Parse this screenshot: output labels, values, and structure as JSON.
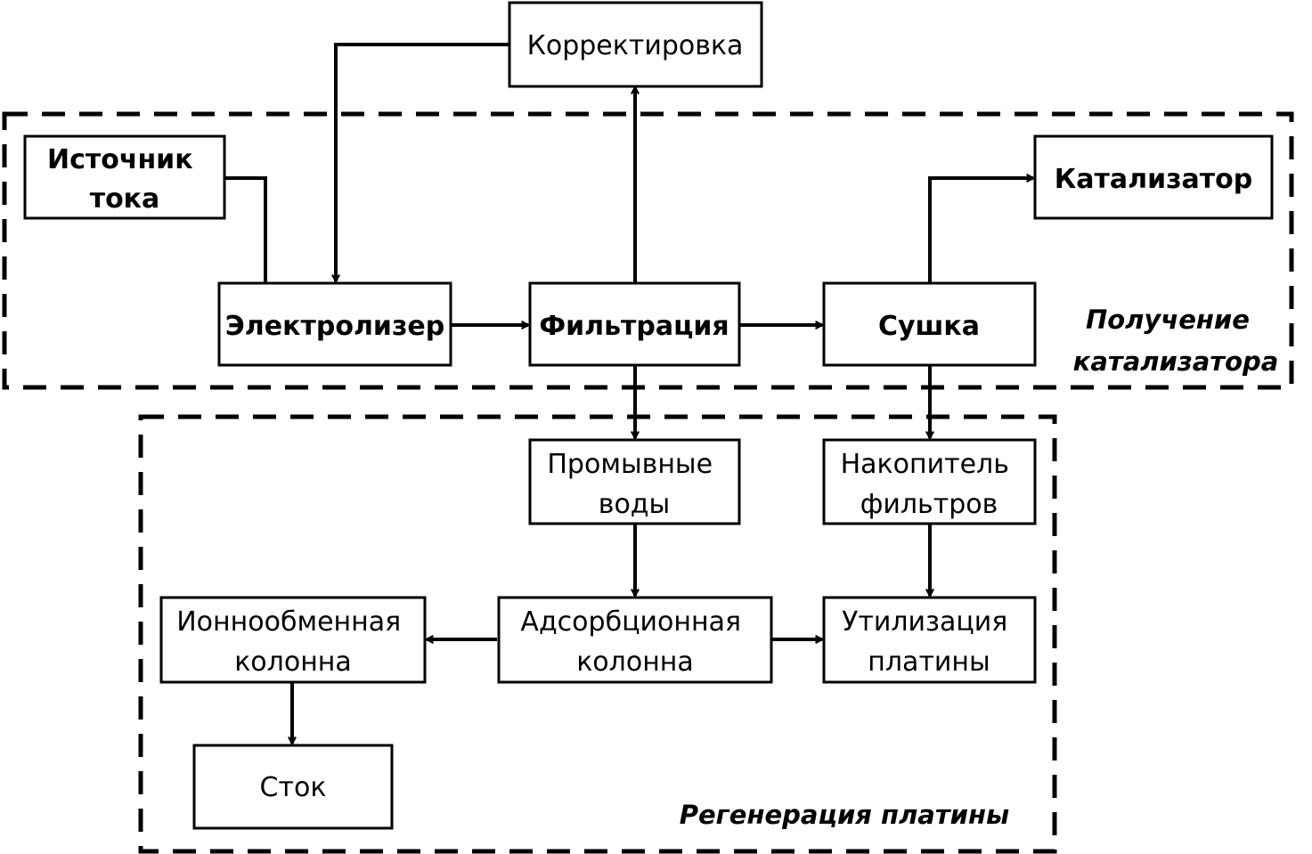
{
  "diagram": {
    "regions": {
      "production": {
        "label": [
          "Получение",
          "катализатора"
        ]
      },
      "regeneration": {
        "label": [
          "Регенерация платины"
        ]
      }
    },
    "nodes": {
      "correction": {
        "label": [
          "Корректировка"
        ]
      },
      "current_source": {
        "label": [
          "Источник",
          "тока"
        ]
      },
      "catalyst": {
        "label": [
          "Катализатор"
        ]
      },
      "electrolyzer": {
        "label": [
          "Электролизер"
        ]
      },
      "filtration": {
        "label": [
          "Фильтрация"
        ]
      },
      "drying": {
        "label": [
          "Сушка"
        ]
      },
      "wash_waters": {
        "label": [
          "Промывные",
          "воды"
        ]
      },
      "filter_storage": {
        "label": [
          "Накопитель",
          "фильтров"
        ]
      },
      "ion_exchange_column": {
        "label": [
          "Ионнообменная",
          "колонна"
        ]
      },
      "adsorption_column": {
        "label": [
          "Адсорбционная",
          "колонна"
        ]
      },
      "platinum_utilization": {
        "label": [
          "Утилизация",
          "платины"
        ]
      },
      "drain": {
        "label": [
          "Сток"
        ]
      }
    },
    "edges": [
      {
        "from": "current_source",
        "to": "electrolyzer",
        "arrow": false
      },
      {
        "from": "correction",
        "to": "electrolyzer",
        "arrow": true
      },
      {
        "from": "electrolyzer",
        "to": "filtration",
        "arrow": true
      },
      {
        "from": "filtration",
        "to": "correction",
        "arrow": true
      },
      {
        "from": "filtration",
        "to": "drying",
        "arrow": true
      },
      {
        "from": "drying",
        "to": "catalyst",
        "arrow": true
      },
      {
        "from": "filtration",
        "to": "wash_waters",
        "arrow": true
      },
      {
        "from": "drying",
        "to": "filter_storage",
        "arrow": true
      },
      {
        "from": "wash_waters",
        "to": "adsorption_column",
        "arrow": true
      },
      {
        "from": "filter_storage",
        "to": "platinum_utilization",
        "arrow": true
      },
      {
        "from": "adsorption_column",
        "to": "ion_exchange_column",
        "arrow": true
      },
      {
        "from": "adsorption_column",
        "to": "platinum_utilization",
        "arrow": true
      },
      {
        "from": "ion_exchange_column",
        "to": "drain",
        "arrow": true
      }
    ]
  }
}
